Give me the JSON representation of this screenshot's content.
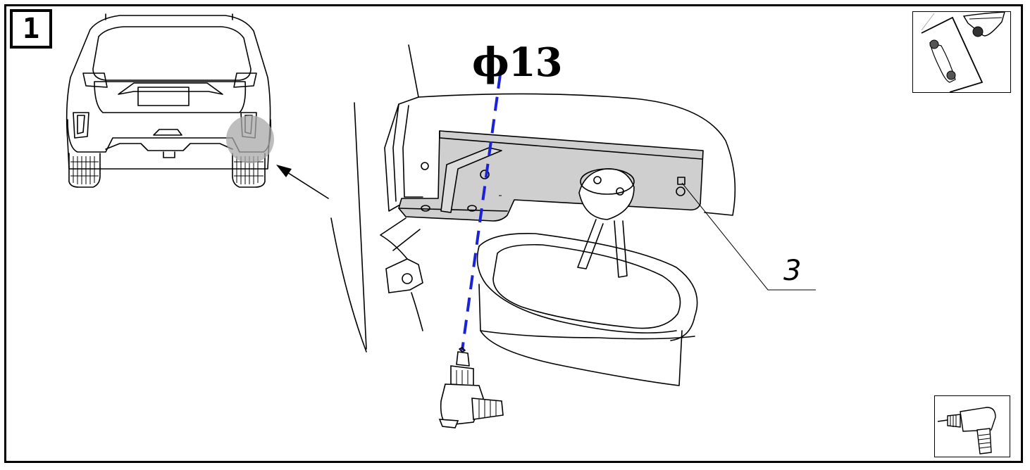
{
  "step": {
    "number": "1"
  },
  "dimension": {
    "label": "ϕ13"
  },
  "callout": {
    "label": "3"
  },
  "colors": {
    "drill_line": "#1a23d6",
    "bracket_fill": "#cfcfcf",
    "highlight": "#a8a8a8"
  },
  "icons": {
    "top_right": "car-lift-icon",
    "bottom_right": "drill-icon",
    "drill_tool": "drill-icon"
  }
}
